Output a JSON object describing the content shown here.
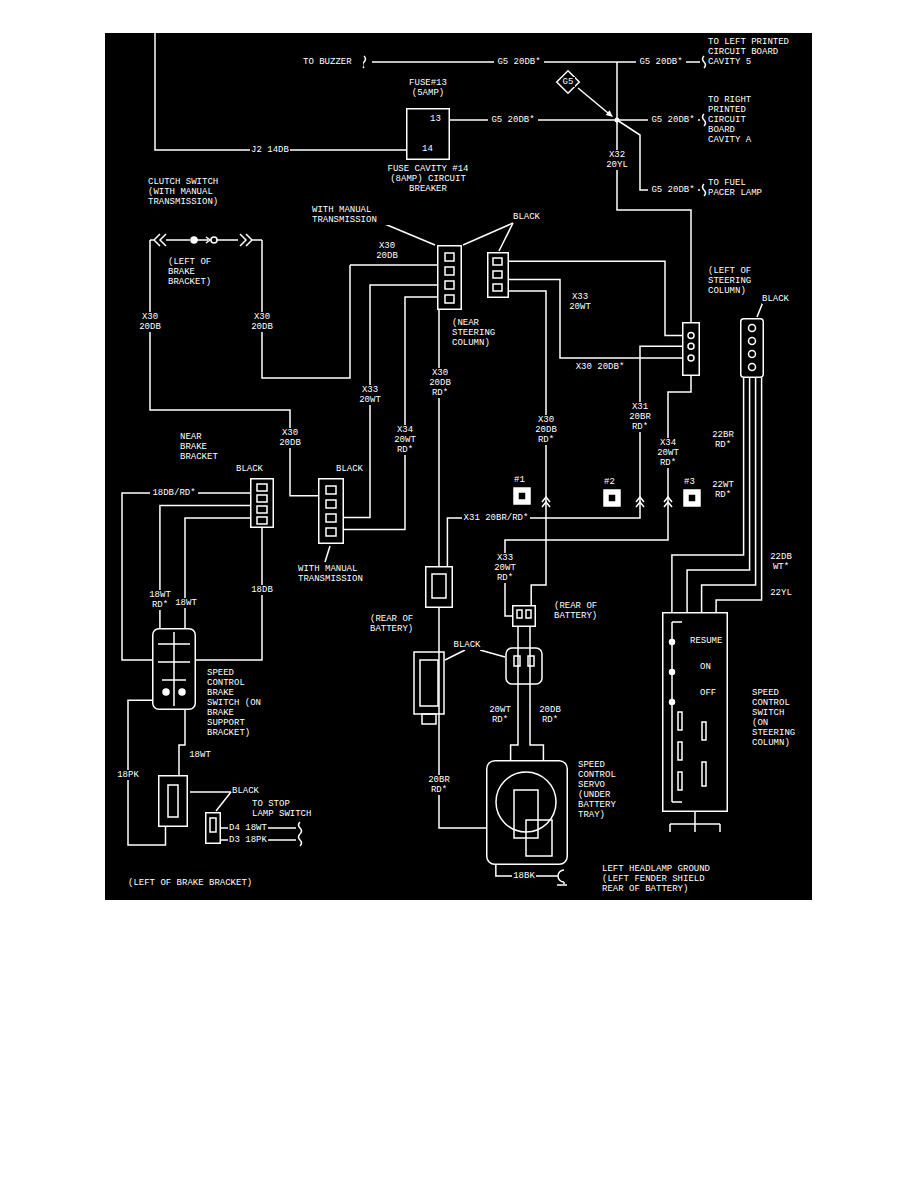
{
  "diagram": {
    "nodes": [
      {
        "text": [
          "FUSE#13 (5AMP)",
          "13",
          "14",
          "FUSE CAVITY #14 (8AMP) CIRCUIT BREAKER"
        ]
      },
      {
        "text": [
          "G5"
        ]
      },
      {
        "text": [
          "CLUTCH SWITCH (WITH MANUAL TRANSMISSION)",
          "(LEFT OF BRAKE BRACKET)"
        ]
      },
      {
        "text": [
          "WITH MANUAL TRANSMISSION"
        ]
      },
      {
        "text": [
          "BLACK"
        ]
      },
      {
        "text": [
          "(LEFT OF STEERING COLUMN)"
        ]
      },
      {
        "text": [
          "BLACK"
        ]
      },
      {
        "text": [
          "NEAR BRAKE BRACKET",
          "BLACK"
        ]
      },
      {
        "text": [
          "BLACK",
          "WITH MANUAL TRANSMISSION"
        ]
      },
      {
        "text": [
          "SPEED CONTROL BRAKE SWITCH (ON BRAKE SUPPORT BRACKET)"
        ]
      },
      {
        "text": [
          "(LEFT OF BRAKE BRACKET)"
        ]
      },
      {
        "text": [
          "BLACK"
        ]
      },
      {
        "text": [
          "(REAR OF BATTERY)"
        ]
      },
      {
        "text": [
          "(REAR OF BATTERY)"
        ]
      },
      {
        "text": [
          "SPEED CONTROL SERVO (UNDER BATTERY TRAY)"
        ]
      },
      {
        "text": [
          "RESUME",
          "ON",
          "OFF",
          "SPEED CONTROL SWITCH (ON STEERING COLUMN)"
        ]
      },
      {
        "text": [
          "LEFT HEADLAMP GROUND (LEFT FENDER SHIELD REAR OF BATTERY)"
        ]
      },
      {
        "text": [
          "#1"
        ]
      },
      {
        "text": [
          "#2"
        ]
      },
      {
        "text": [
          "#3"
        ]
      }
    ],
    "edges": [
      {
        "from": 0,
        "to": 5,
        "arrow": "none",
        "label": "X32 20YL"
      },
      {
        "from": 2,
        "to": 3,
        "arrow": "none",
        "label": "X30 20DB"
      },
      {
        "from": 2,
        "to": 8,
        "arrow": "none",
        "label": "X30 20DB"
      },
      {
        "from": 3,
        "to": 8,
        "arrow": "none",
        "label": "X33 20WT"
      },
      {
        "from": 3,
        "to": 8,
        "arrow": "none",
        "label": "X34 20WT RD*"
      },
      {
        "from": 3,
        "to": 12,
        "arrow": "none",
        "label": "X30 20DB RD*"
      },
      {
        "from": 4,
        "to": 5,
        "arrow": "none",
        "label": "X33 20WT"
      },
      {
        "from": 4,
        "to": 5,
        "arrow": "none",
        "label": "X30 20DB*"
      },
      {
        "from": 4,
        "to": 13,
        "arrow": "none",
        "label": "X30 20DB RD*"
      },
      {
        "from": 5,
        "to": 12,
        "arrow": "none",
        "label": "X31 20BR RD*"
      },
      {
        "from": 5,
        "to": 13,
        "arrow": "none",
        "label": "X34 20WT RD*"
      },
      {
        "from": 6,
        "to": 15,
        "arrow": "none",
        "label": "22BR RD*"
      },
      {
        "from": 6,
        "to": 15,
        "arrow": "none",
        "label": "22WT RD*"
      },
      {
        "from": 6,
        "to": 15,
        "arrow": "none",
        "label": "22DB WT*"
      },
      {
        "from": 6,
        "to": 15,
        "arrow": "none",
        "label": "22YL"
      },
      {
        "from": 7,
        "to": 9,
        "arrow": "none",
        "label": "18DB/RD*"
      },
      {
        "from": 7,
        "to": 9,
        "arrow": "none",
        "label": "18WT RD*"
      },
      {
        "from": 7,
        "to": 9,
        "arrow": "none",
        "label": "18WT"
      },
      {
        "from": 7,
        "to": 9,
        "arrow": "none",
        "label": "18DB"
      },
      {
        "from": 9,
        "to": 10,
        "arrow": "none",
        "label": "18WT"
      },
      {
        "from": 9,
        "to": 10,
        "arrow": "none",
        "label": "18PK"
      },
      {
        "from": 12,
        "to": 14,
        "arrow": "none",
        "label": "20BR RD*"
      },
      {
        "from": 13,
        "to": 14,
        "arrow": "none",
        "label": "20WT RD*"
      },
      {
        "from": 13,
        "to": 14,
        "arrow": "none",
        "label": "20DB RD*"
      },
      {
        "from": 14,
        "to": 16,
        "arrow": "none",
        "label": "18BK"
      }
    ],
    "labels": [
      "TO BUZZER",
      "G5 20DB*",
      "G5 20DB*",
      "TO LEFT PRINTED CIRCUIT BOARD CAVITY 5",
      "G5 20DB*",
      "G5 20DB*",
      "TO RIGHT PRINTED CIRCUIT BOARD CAVITY A",
      "G5 20DB*",
      "TO FUEL PACER LAMP",
      "J2 14DB",
      "X30 20DB",
      "X30 20DB",
      "(NEAR STEERING COLUMN)",
      "X31 20BR/RD*",
      "X33 20WT RD*",
      "BLACK",
      "TO STOP LAMP SWITCH",
      "D4 18WT",
      "D3 18PK"
    ]
  }
}
